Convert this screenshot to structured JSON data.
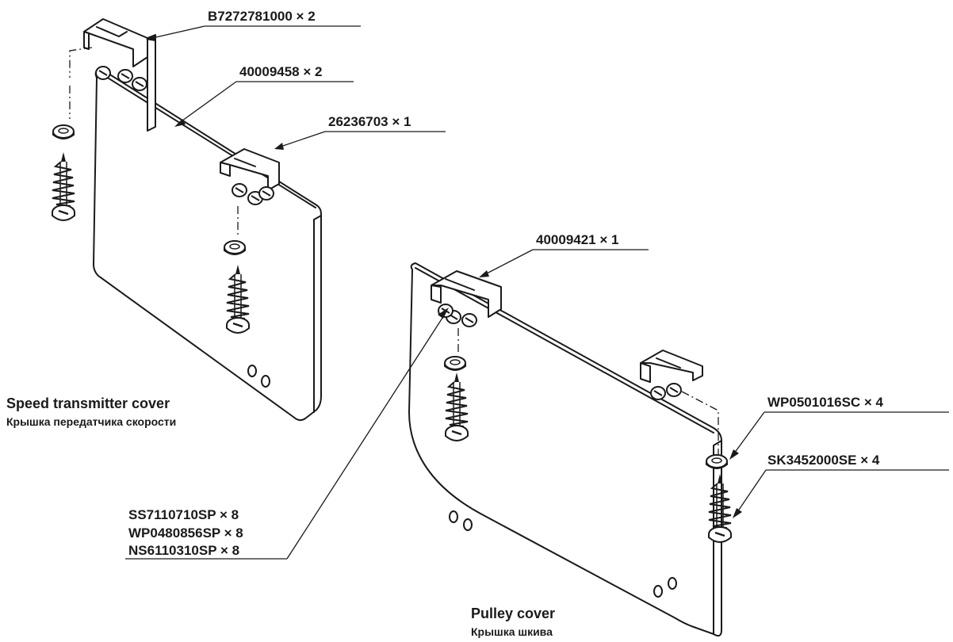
{
  "parts": {
    "bracket_b727": "B7272781000 × 2",
    "hinge_40009458": "40009458 × 2",
    "bracket_26236703": "26236703 × 1",
    "bracket_40009421": "40009421 × 1",
    "washer_wp0501016sc": "WP0501016SC × 4",
    "screw_sk3452000se": "SK3452000SE × 4",
    "screw_ss7110710sp": "SS7110710SP × 8",
    "washer_wp0480856sp": "WP0480856SP × 8",
    "nut_ns6110310sp": "NS6110310SP × 8"
  },
  "covers": {
    "speed_title": "Speed transmitter cover",
    "speed_subtitle": "Крышка передатчика скорости",
    "pulley_title": "Pulley cover",
    "pulley_subtitle": "Крышка шкива"
  }
}
